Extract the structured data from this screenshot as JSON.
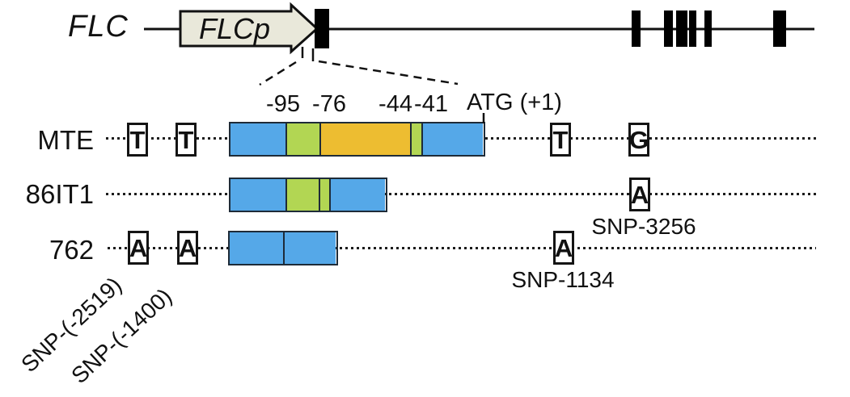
{
  "gene": {
    "name": "FLC",
    "promoter_label": "FLCp"
  },
  "scale": {
    "pos1": "-95",
    "pos2": "-76",
    "pos3": "-44",
    "pos4": "-41",
    "atg": "ATG (+1)"
  },
  "rows": [
    {
      "label": "MTE",
      "alleles": [
        "T",
        "T",
        "T",
        "G"
      ]
    },
    {
      "label": "86IT1",
      "alleles": [
        "A"
      ]
    },
    {
      "label": "762",
      "alleles": [
        "A",
        "A",
        "A"
      ]
    }
  ],
  "snp_annotations": {
    "snp_3256": "SNP-3256",
    "snp_1134": "SNP-1134",
    "snp_minus2519": "SNP-(-2519)",
    "snp_minus1400": "SNP-(-1400)"
  },
  "colors": {
    "blue": "#55A8E8",
    "green": "#B2D653",
    "orange": "#EDBD31",
    "promoter_fill": "#E9E8DA"
  }
}
